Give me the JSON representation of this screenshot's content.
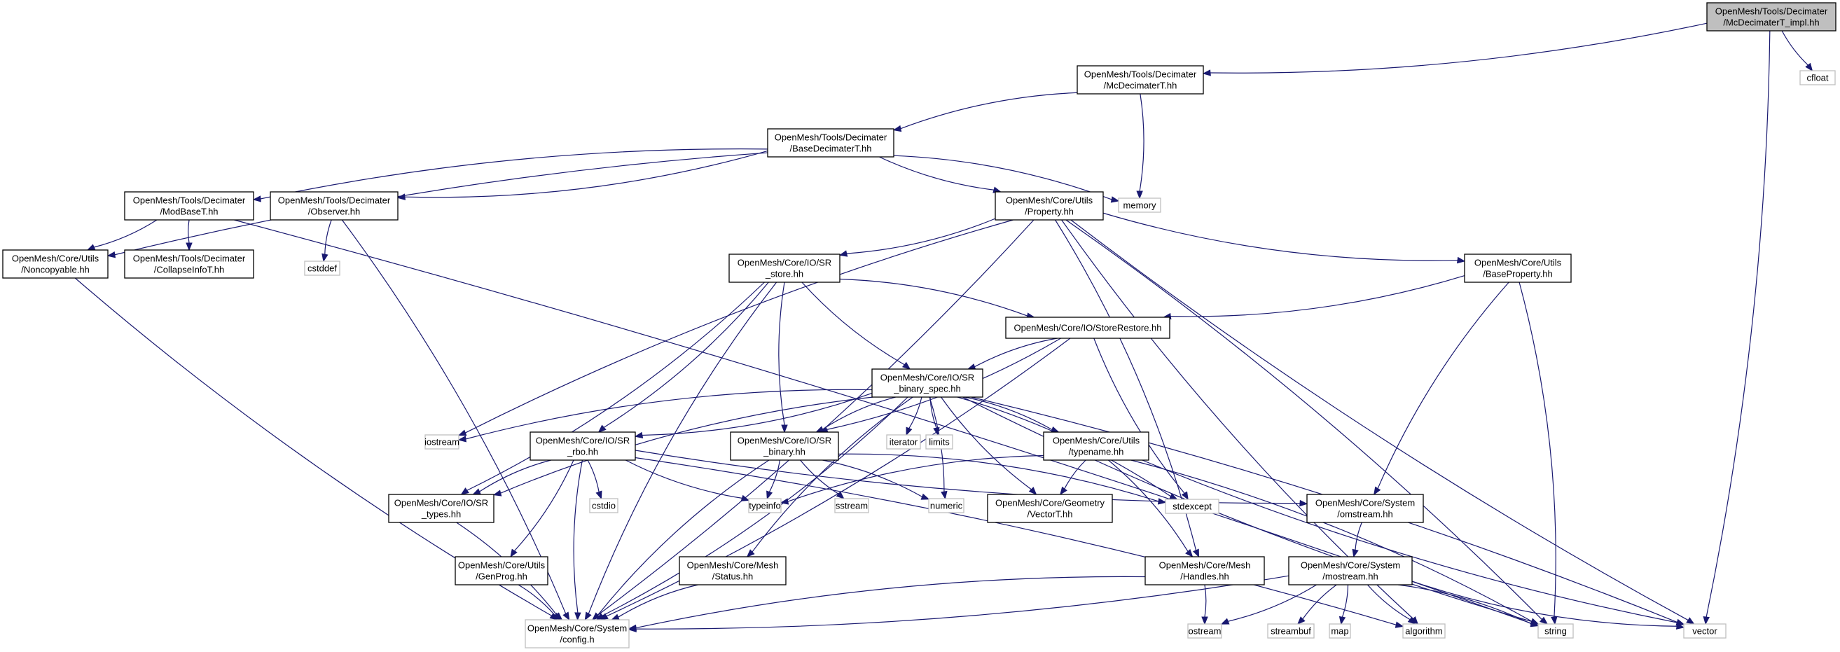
{
  "graph": {
    "title": "Include dependency graph for McDecimaterT_impl.hh",
    "colors": {
      "edge": "#191970",
      "root_fill": "#bfbfbf",
      "project_border": "#000000",
      "system_border": "#bfbfbf"
    },
    "nodes": [
      {
        "id": "root",
        "lines": [
          "OpenMesh/Tools/Decimater",
          "/McDecimaterT_impl.hh"
        ],
        "kind": "root"
      },
      {
        "id": "mcdec",
        "lines": [
          "OpenMesh/Tools/Decimater",
          "/McDecimaterT.hh"
        ],
        "kind": "project"
      },
      {
        "id": "cfloat",
        "lines": [
          "cfloat"
        ],
        "kind": "system"
      },
      {
        "id": "basedec",
        "lines": [
          "OpenMesh/Tools/Decimater",
          "/BaseDecimaterT.hh"
        ],
        "kind": "project"
      },
      {
        "id": "memory",
        "lines": [
          "memory"
        ],
        "kind": "system"
      },
      {
        "id": "modbase",
        "lines": [
          "OpenMesh/Tools/Decimater",
          "/ModBaseT.hh"
        ],
        "kind": "project"
      },
      {
        "id": "observer",
        "lines": [
          "OpenMesh/Tools/Decimater",
          "/Observer.hh"
        ],
        "kind": "project"
      },
      {
        "id": "property",
        "lines": [
          "OpenMesh/Core/Utils",
          "/Property.hh"
        ],
        "kind": "project"
      },
      {
        "id": "noncopy",
        "lines": [
          "OpenMesh/Core/Utils",
          "/Noncopyable.hh"
        ],
        "kind": "project"
      },
      {
        "id": "collapse",
        "lines": [
          "OpenMesh/Tools/Decimater",
          "/CollapseInfoT.hh"
        ],
        "kind": "project"
      },
      {
        "id": "cstddef",
        "lines": [
          "cstddef"
        ],
        "kind": "system"
      },
      {
        "id": "srstore",
        "lines": [
          "OpenMesh/Core/IO/SR",
          "_store.hh"
        ],
        "kind": "project"
      },
      {
        "id": "baseprop",
        "lines": [
          "OpenMesh/Core/Utils",
          "/BaseProperty.hh"
        ],
        "kind": "project"
      },
      {
        "id": "storerestore",
        "lines": [
          "OpenMesh/Core/IO/StoreRestore.hh"
        ],
        "kind": "project"
      },
      {
        "id": "binspec",
        "lines": [
          "OpenMesh/Core/IO/SR",
          "_binary_spec.hh"
        ],
        "kind": "project"
      },
      {
        "id": "iostream",
        "lines": [
          "iostream"
        ],
        "kind": "system"
      },
      {
        "id": "srrbo",
        "lines": [
          "OpenMesh/Core/IO/SR",
          "_rbo.hh"
        ],
        "kind": "project"
      },
      {
        "id": "srbinary",
        "lines": [
          "OpenMesh/Core/IO/SR",
          "_binary.hh"
        ],
        "kind": "project"
      },
      {
        "id": "iterator",
        "lines": [
          "iterator"
        ],
        "kind": "system"
      },
      {
        "id": "limits",
        "lines": [
          "limits"
        ],
        "kind": "system"
      },
      {
        "id": "typename",
        "lines": [
          "OpenMesh/Core/Utils",
          "/typename.hh"
        ],
        "kind": "project"
      },
      {
        "id": "srtypes",
        "lines": [
          "OpenMesh/Core/IO/SR",
          "_types.hh"
        ],
        "kind": "project"
      },
      {
        "id": "cstdio",
        "lines": [
          "cstdio"
        ],
        "kind": "system"
      },
      {
        "id": "typeinfo",
        "lines": [
          "typeinfo"
        ],
        "kind": "system"
      },
      {
        "id": "sstream",
        "lines": [
          "sstream"
        ],
        "kind": "system"
      },
      {
        "id": "numeric",
        "lines": [
          "numeric"
        ],
        "kind": "system"
      },
      {
        "id": "vectort",
        "lines": [
          "OpenMesh/Core/Geometry",
          "/VectorT.hh"
        ],
        "kind": "project"
      },
      {
        "id": "stdexcept",
        "lines": [
          "stdexcept"
        ],
        "kind": "system"
      },
      {
        "id": "omstream",
        "lines": [
          "OpenMesh/Core/System",
          "/omstream.hh"
        ],
        "kind": "project"
      },
      {
        "id": "genprog",
        "lines": [
          "OpenMesh/Core/Utils",
          "/GenProg.hh"
        ],
        "kind": "project"
      },
      {
        "id": "status",
        "lines": [
          "OpenMesh/Core/Mesh",
          "/Status.hh"
        ],
        "kind": "project"
      },
      {
        "id": "handles",
        "lines": [
          "OpenMesh/Core/Mesh",
          "/Handles.hh"
        ],
        "kind": "project"
      },
      {
        "id": "mostream",
        "lines": [
          "OpenMesh/Core/System",
          "/mostream.hh"
        ],
        "kind": "project"
      },
      {
        "id": "config",
        "lines": [
          "OpenMesh/Core/System",
          "/config.h"
        ],
        "kind": "system"
      },
      {
        "id": "ostream",
        "lines": [
          "ostream"
        ],
        "kind": "system"
      },
      {
        "id": "streambuf",
        "lines": [
          "streambuf"
        ],
        "kind": "system"
      },
      {
        "id": "map",
        "lines": [
          "map"
        ],
        "kind": "system"
      },
      {
        "id": "algorithm",
        "lines": [
          "algorithm"
        ],
        "kind": "system"
      },
      {
        "id": "string",
        "lines": [
          "string"
        ],
        "kind": "system"
      },
      {
        "id": "vector",
        "lines": [
          "vector"
        ],
        "kind": "system"
      }
    ],
    "edges": [
      [
        "root",
        "mcdec"
      ],
      [
        "root",
        "cfloat"
      ],
      [
        "root",
        "vector"
      ],
      [
        "mcdec",
        "basedec"
      ],
      [
        "mcdec",
        "memory"
      ],
      [
        "basedec",
        "modbase"
      ],
      [
        "basedec",
        "observer"
      ],
      [
        "basedec",
        "property"
      ],
      [
        "basedec",
        "memory"
      ],
      [
        "basedec",
        "noncopy"
      ],
      [
        "modbase",
        "noncopy"
      ],
      [
        "modbase",
        "collapse"
      ],
      [
        "modbase",
        "string"
      ],
      [
        "observer",
        "cstddef"
      ],
      [
        "observer",
        "config"
      ],
      [
        "noncopy",
        "config"
      ],
      [
        "property",
        "srstore"
      ],
      [
        "property",
        "baseprop"
      ],
      [
        "property",
        "config"
      ],
      [
        "property",
        "iostream"
      ],
      [
        "property",
        "handles"
      ],
      [
        "property",
        "algorithm"
      ],
      [
        "property",
        "string"
      ],
      [
        "property",
        "vector"
      ],
      [
        "srstore",
        "storerestore"
      ],
      [
        "srstore",
        "binspec"
      ],
      [
        "srstore",
        "srrbo"
      ],
      [
        "srstore",
        "srbinary"
      ],
      [
        "srstore",
        "srtypes"
      ],
      [
        "srstore",
        "config"
      ],
      [
        "baseprop",
        "storerestore"
      ],
      [
        "baseprop",
        "omstream"
      ],
      [
        "baseprop",
        "string"
      ],
      [
        "storerestore",
        "binspec"
      ],
      [
        "storerestore",
        "srbinary"
      ],
      [
        "storerestore",
        "stdexcept"
      ],
      [
        "storerestore",
        "config"
      ],
      [
        "binspec",
        "iostream"
      ],
      [
        "binspec",
        "srrbo"
      ],
      [
        "binspec",
        "srbinary"
      ],
      [
        "binspec",
        "iterator"
      ],
      [
        "binspec",
        "limits"
      ],
      [
        "binspec",
        "typename"
      ],
      [
        "binspec",
        "srtypes"
      ],
      [
        "binspec",
        "numeric"
      ],
      [
        "binspec",
        "vectort"
      ],
      [
        "binspec",
        "stdexcept"
      ],
      [
        "binspec",
        "status"
      ],
      [
        "binspec",
        "config"
      ],
      [
        "binspec",
        "string"
      ],
      [
        "binspec",
        "vector"
      ],
      [
        "srrbo",
        "srtypes"
      ],
      [
        "srrbo",
        "cstdio"
      ],
      [
        "srrbo",
        "typeinfo"
      ],
      [
        "srrbo",
        "genprog"
      ],
      [
        "srrbo",
        "config"
      ],
      [
        "srrbo",
        "algorithm"
      ],
      [
        "srrbo",
        "omstream"
      ],
      [
        "srbinary",
        "typeinfo"
      ],
      [
        "srbinary",
        "sstream"
      ],
      [
        "srbinary",
        "numeric"
      ],
      [
        "srbinary",
        "config"
      ],
      [
        "srbinary",
        "stdexcept"
      ],
      [
        "typename",
        "vectort"
      ],
      [
        "typename",
        "handles"
      ],
      [
        "typename",
        "typeinfo"
      ],
      [
        "typename",
        "string"
      ],
      [
        "typename",
        "vector"
      ],
      [
        "srtypes",
        "config"
      ],
      [
        "omstream",
        "mostream"
      ],
      [
        "genprog",
        "config"
      ],
      [
        "status",
        "config"
      ],
      [
        "handles",
        "ostream"
      ],
      [
        "handles",
        "config"
      ],
      [
        "mostream",
        "ostream"
      ],
      [
        "mostream",
        "streambuf"
      ],
      [
        "mostream",
        "map"
      ],
      [
        "mostream",
        "algorithm"
      ],
      [
        "mostream",
        "string"
      ],
      [
        "mostream",
        "vector"
      ],
      [
        "mostream",
        "config"
      ]
    ]
  }
}
